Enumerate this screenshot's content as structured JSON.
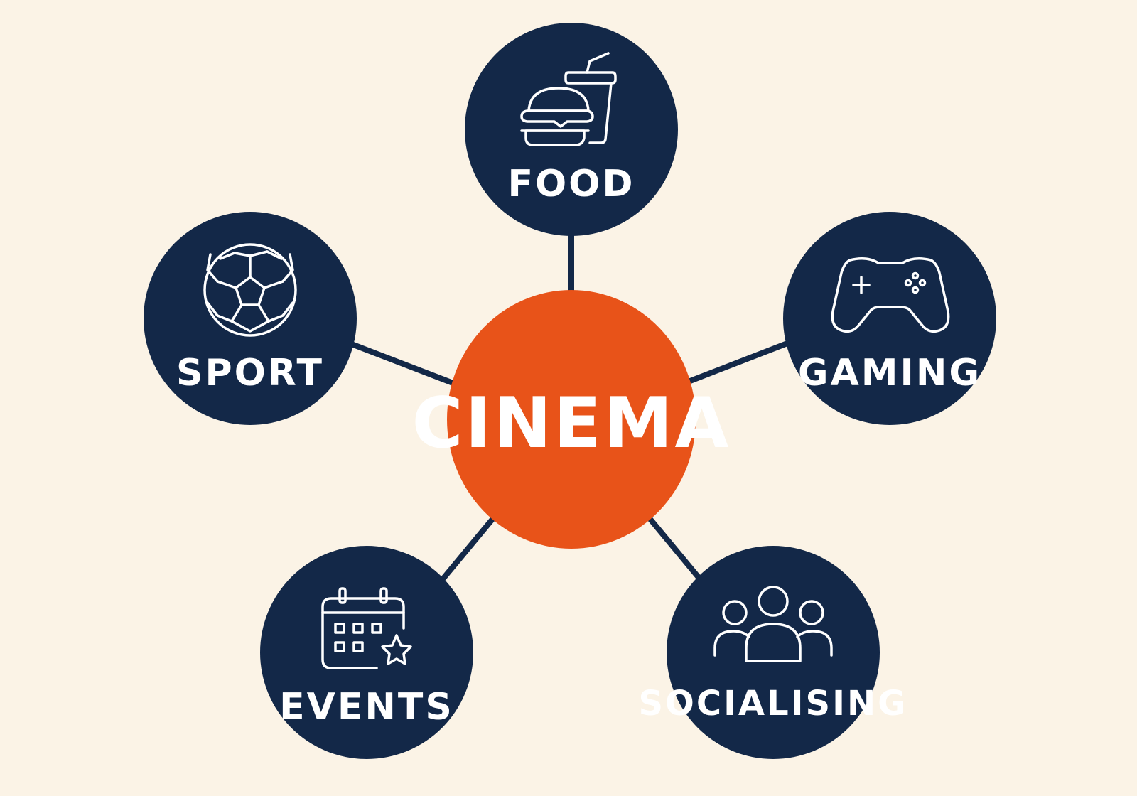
{
  "colors": {
    "background": "#fbf3e6",
    "node": "#132848",
    "center": "#e85319",
    "connector": "#132848",
    "text": "#ffffff"
  },
  "center": {
    "label": "CINEMA"
  },
  "nodes": [
    {
      "id": "food",
      "label": "FOOD",
      "icon": "burger-drink-icon"
    },
    {
      "id": "sport",
      "label": "SPORT",
      "icon": "soccer-ball-icon"
    },
    {
      "id": "gaming",
      "label": "GAMING",
      "icon": "gamepad-icon"
    },
    {
      "id": "events",
      "label": "EVENTS",
      "icon": "calendar-star-icon"
    },
    {
      "id": "socialising",
      "label": "SOCIALISING",
      "icon": "people-group-icon"
    }
  ]
}
